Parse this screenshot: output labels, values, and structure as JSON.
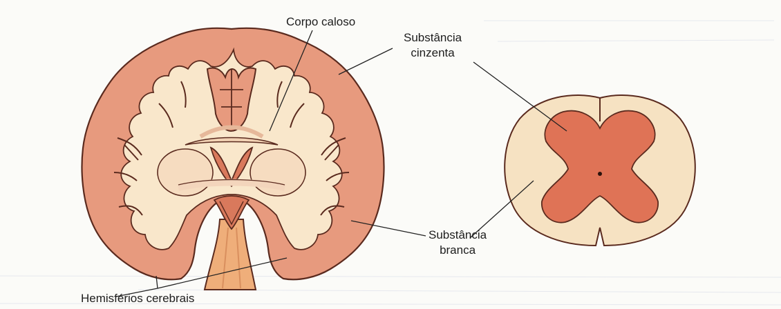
{
  "labels": {
    "corpo_caloso": "Corpo caloso",
    "substancia_cinzenta": [
      "Substância",
      "cinzenta"
    ],
    "substancia_branca": [
      "Substância",
      "branca"
    ],
    "hemisferios": "Hemisférios cerebrais"
  },
  "colors": {
    "grey_matter": "#e79a7e",
    "grey_matter_dark": "#d9795c",
    "white_matter": "#f9e7cb",
    "outline": "#5a2a1e",
    "spinal_grey": "#df7356",
    "spinal_white": "#f6e2c2",
    "brainstem": "#efae7a"
  }
}
